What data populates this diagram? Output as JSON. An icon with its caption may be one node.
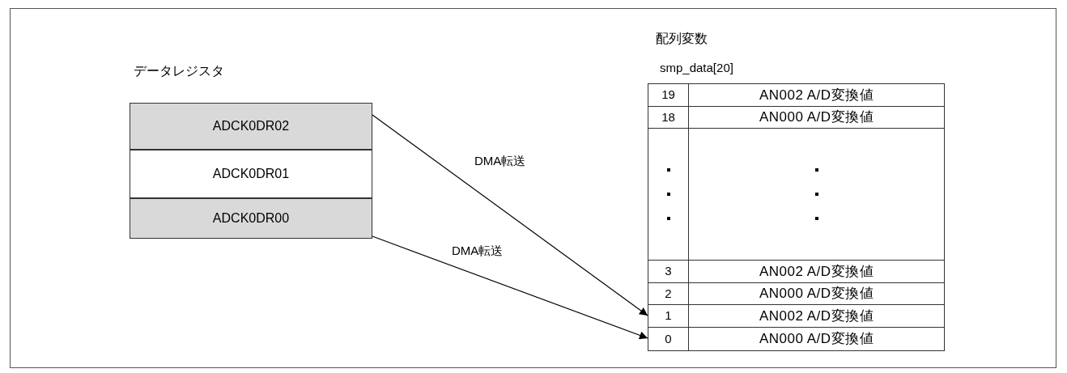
{
  "diagram": {
    "nodes": [
      {
        "text": [
          "ADCK0DR02"
        ]
      },
      {
        "text": [
          "ADCK0DR01"
        ]
      },
      {
        "text": [
          "ADCK0DR00"
        ]
      },
      {
        "text": [
          "19",
          "AN002 A/D変換値"
        ]
      },
      {
        "text": [
          "18",
          "AN000 A/D変換値"
        ]
      },
      {
        "text": [],
        "shape": "box"
      },
      {
        "text": [
          "3",
          "AN002 A/D変換値"
        ]
      },
      {
        "text": [
          "2",
          "AN000 A/D変換値"
        ]
      },
      {
        "text": [
          "1",
          "AN002 A/D変換値"
        ]
      },
      {
        "text": [
          "0",
          "AN000 A/D変換値"
        ]
      }
    ],
    "edges": [
      {
        "from": 0,
        "to": 8,
        "arrow": "to",
        "label": "DMA転送"
      },
      {
        "from": 2,
        "to": 9,
        "arrow": "to",
        "label": "DMA転送"
      }
    ],
    "labels": [
      "配列変数",
      "データレジスタ",
      "smp_data[20]"
    ]
  }
}
